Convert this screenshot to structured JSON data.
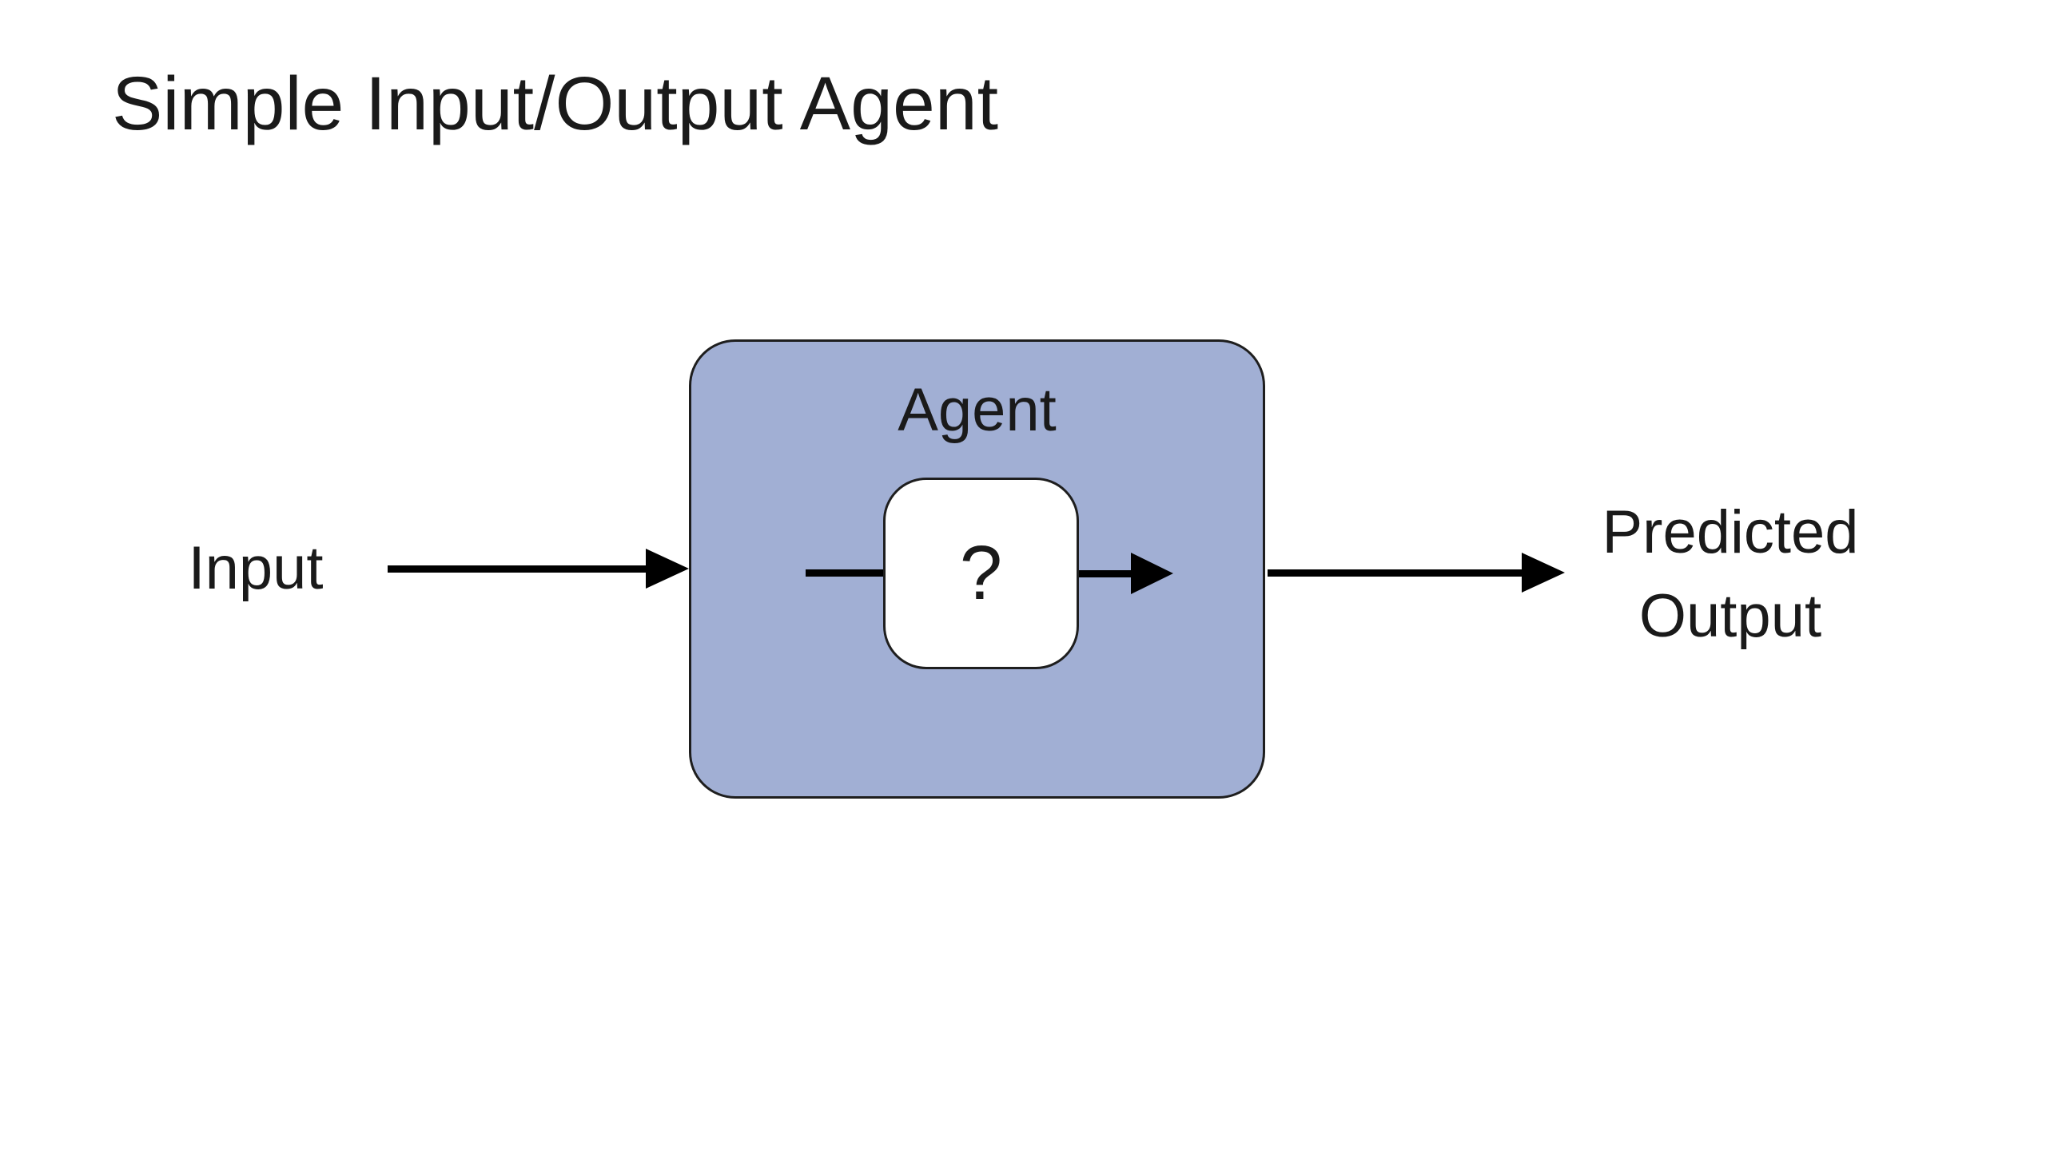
{
  "slide": {
    "title": "Simple Input/Output Agent"
  },
  "diagram": {
    "input_label": "Input",
    "agent_label": "Agent",
    "model_placeholder": "?",
    "output_label_line1": "Predicted",
    "output_label_line2": "Output",
    "colors": {
      "agent_fill": "#A1AFD4",
      "node_fill": "#FFFFFF",
      "stroke": "#1E1E1E",
      "arrow": "#000000",
      "background": "#FFFFFF",
      "text": "#1A1A1A"
    }
  }
}
